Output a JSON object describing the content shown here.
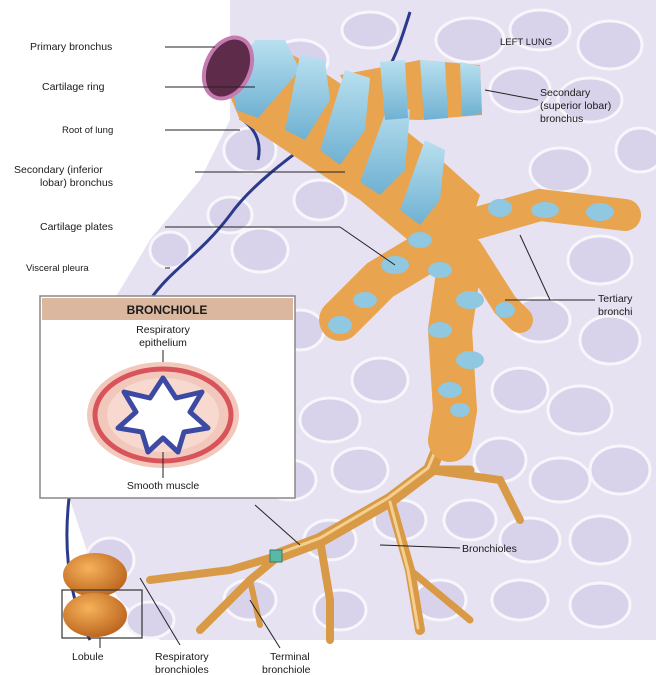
{
  "labels": {
    "primary_bronchus": "Primary bronchus",
    "cartilage_ring": "Cartilage ring",
    "root_of_lung": "Root of lung",
    "secondary_inferior_1": "Secondary (inferior",
    "secondary_inferior_2": "lobar) bronchus",
    "cartilage_plates": "Cartilage plates",
    "visceral_pleura": "Visceral pleura",
    "left_lung": "LEFT LUNG",
    "secondary_superior_1": "Secondary",
    "secondary_superior_2": "(superior lobar)",
    "secondary_superior_3": "bronchus",
    "tertiary_1": "Tertiary",
    "tertiary_2": "bronchi",
    "bronchioles": "Bronchioles",
    "lobule": "Lobule",
    "respiratory_1": "Respiratory",
    "respiratory_2": "bronchioles",
    "terminal_1": "Terminal",
    "terminal_2": "bronchiole"
  },
  "inset": {
    "title": "BRONCHIOLE",
    "respiratory_1": "Respiratory",
    "respiratory_2": "epithelium",
    "smooth_muscle": "Smooth muscle"
  },
  "colors": {
    "background_tissue": "#e6e2f1",
    "alveolar_cell": "#d6d0ea",
    "bronchus_orange": "#e8a44e",
    "cartilage_blue": "#8fc8e0",
    "pleura_line": "#2b3a8a",
    "inset_header": "#dcb7a0"
  }
}
